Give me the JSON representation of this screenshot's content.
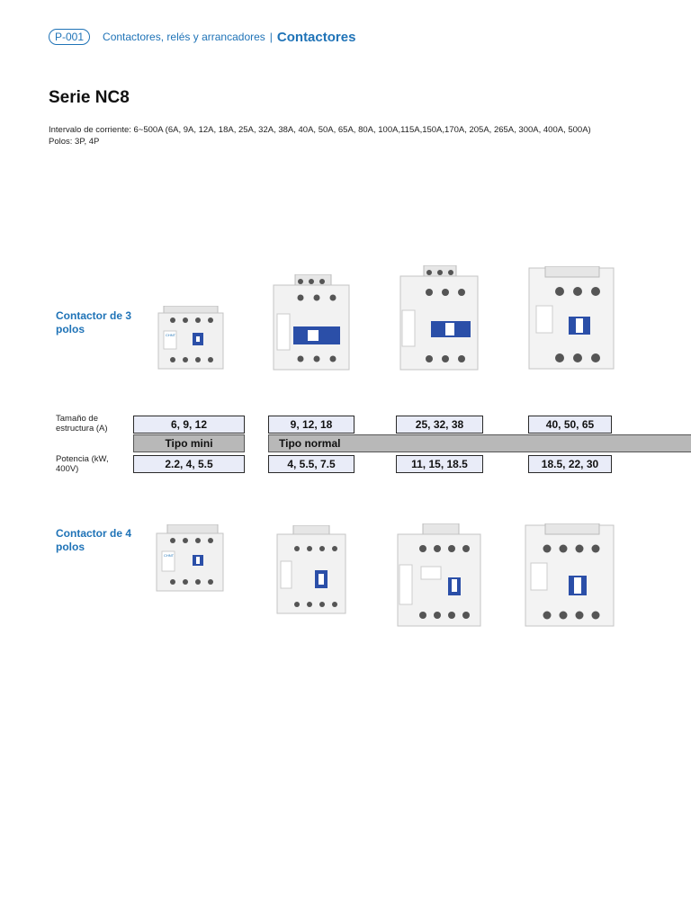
{
  "header": {
    "code": "P-001",
    "breadcrumb": "Contactores, relés y arrancadores",
    "separator": "|",
    "section": "Contactores"
  },
  "title": "Serie NC8",
  "specs": {
    "current_range": "Intervalo de corriente: 6~500A (6A, 9A, 12A, 18A, 25A, 32A, 38A, 40A, 50A, 65A, 80A, 100A,115A,150A,170A, 205A, 265A, 300A, 400A, 500A)",
    "poles": "Polos: 3P, 4P"
  },
  "three_pole": {
    "label": "Contactor de 3 polos",
    "brand": "CHNT"
  },
  "four_pole": {
    "label": "Contactor de 4 polos",
    "brand": "CHNT"
  },
  "table": {
    "frame_label": "Tamaño de estructura (A)",
    "power_label": "Potencia (kW, 400V)",
    "frame_sizes": [
      "6, 9, 12",
      "9, 12, 18",
      "25, 32, 38",
      "40, 50, 65"
    ],
    "types": [
      "Tipo mini",
      "Tipo normal"
    ],
    "powers": [
      "2.2, 4, 5.5",
      "4, 5.5, 7.5",
      "11, 15, 18.5",
      "18.5, 22, 30"
    ]
  },
  "colors": {
    "accent": "#1f73b7",
    "cell_bg": "#e9ecf8",
    "type_bar_bg": "#b8b8b8",
    "device_blue": "#2b4fa8"
  }
}
